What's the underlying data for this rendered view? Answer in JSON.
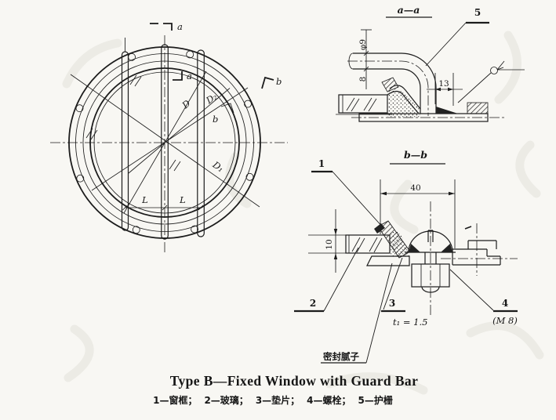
{
  "drawing": {
    "front_view": {
      "marker_a_top": "a",
      "marker_a_inner": "a",
      "marker_b_outer": "b",
      "marker_b_inner": "b",
      "label_D": "D",
      "label_D2": "D₂",
      "label_D1": "D₁",
      "label_L_left": "L",
      "label_L_right": "L"
    },
    "section_aa": {
      "title": "a—a",
      "callout_5": "5",
      "dim_diameter": "φ9",
      "dim_8": "8",
      "dim_13": "13"
    },
    "section_bb": {
      "title": "b—b",
      "callout_1": "1",
      "callout_2": "2",
      "callout_3": "3",
      "callout_4": "4",
      "callout_4_thread": "(M 8)",
      "dim_40": "40",
      "dim_10": "10",
      "gasket_thickness": "t₁ = 1.5",
      "putty_label": "密封腻子"
    }
  },
  "caption": {
    "title": "Type B—Fixed Window with Guard Bar",
    "legend_items": [
      "1—窗框；",
      "2—玻璃；",
      "3—垫片；",
      "4—螺栓；",
      "5—护栅"
    ]
  }
}
